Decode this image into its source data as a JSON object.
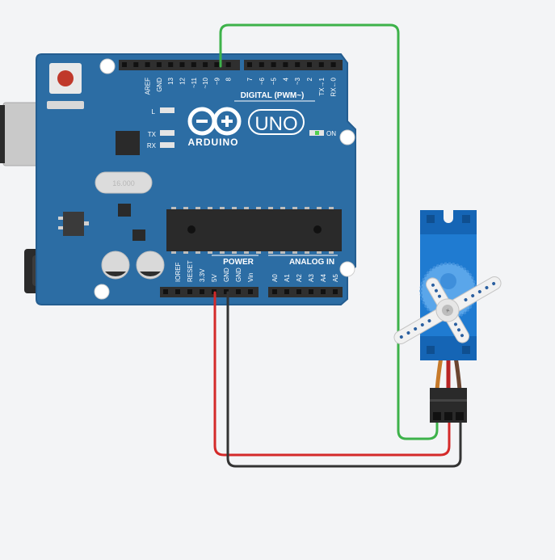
{
  "board": {
    "brand": "ARDUINO",
    "model": "UNO",
    "crystal": "16.000",
    "digital_header_title": "DIGITAL (PWM~)",
    "power_header_title": "POWER",
    "analog_header_title": "ANALOG IN",
    "led_l": "L",
    "led_tx": "TX",
    "led_rx": "RX",
    "led_on": "ON",
    "digital_pins": [
      "AREF",
      "GND",
      "13",
      "12",
      "~11",
      "~10",
      "~9",
      "8",
      "7",
      "~6",
      "~5",
      "4",
      "~3",
      "2",
      "TX→1",
      "RX←0"
    ],
    "power_pins": [
      "IOREF",
      "RESET",
      "3.3V",
      "5V",
      "GND",
      "GND",
      "Vin"
    ],
    "analog_pins": [
      "A0",
      "A1",
      "A2",
      "A3",
      "A4",
      "A5"
    ]
  },
  "colors": {
    "background": "#f3f4f6",
    "board": "#2c6da4",
    "board_edge": "#245d90",
    "wire_signal": "#3db24a",
    "wire_power": "#d42a2a",
    "wire_ground": "#333333",
    "servo_body": "#1f7bd1",
    "servo_horn": "#f1f1f1"
  }
}
